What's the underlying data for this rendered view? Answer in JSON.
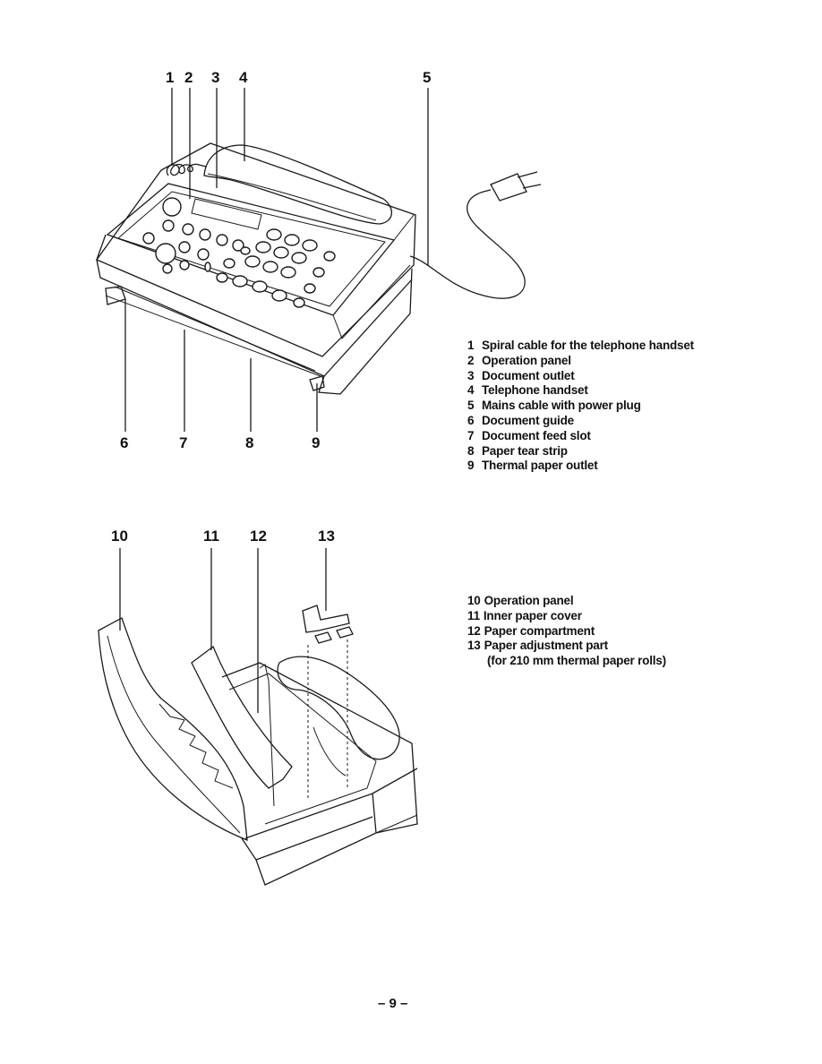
{
  "figure1": {
    "callouts": [
      "1",
      "2",
      "3",
      "4",
      "5",
      "6",
      "7",
      "8",
      "9"
    ],
    "legend": [
      {
        "num": "1",
        "text": "Spiral cable for the telephone handset"
      },
      {
        "num": "2",
        "text": "Operation panel"
      },
      {
        "num": "3",
        "text": "Document outlet"
      },
      {
        "num": "4",
        "text": "Telephone handset"
      },
      {
        "num": "5",
        "text": "Mains cable with power plug"
      },
      {
        "num": "6",
        "text": "Document guide"
      },
      {
        "num": "7",
        "text": "Document feed slot"
      },
      {
        "num": "8",
        "text": "Paper tear strip"
      },
      {
        "num": "9",
        "text": "Thermal paper outlet"
      }
    ]
  },
  "figure2": {
    "callouts": [
      "10",
      "11",
      "12",
      "13"
    ],
    "legend": [
      {
        "num": "10",
        "text": "Operation panel"
      },
      {
        "num": "11",
        "text": "Inner paper cover"
      },
      {
        "num": "12",
        "text": "Paper compartment"
      },
      {
        "num": "13",
        "text": "Paper adjustment part"
      }
    ],
    "legend_note": "(for 210 mm thermal paper rolls)"
  },
  "page_number": "– 9 –"
}
